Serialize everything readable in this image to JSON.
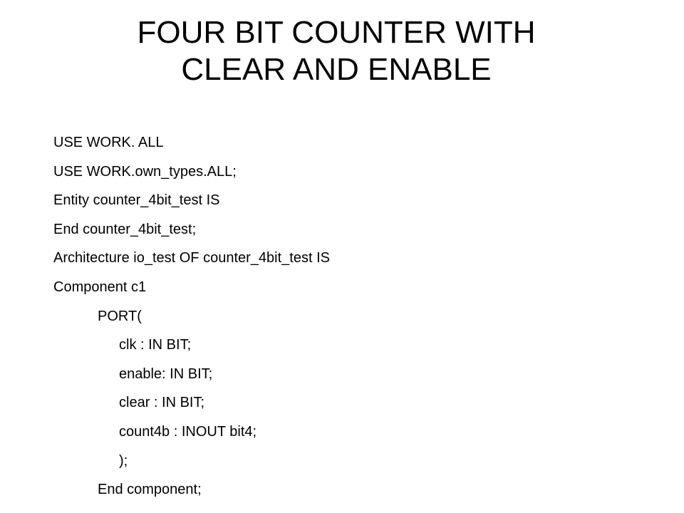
{
  "slide": {
    "title_line1": "FOUR BIT COUNTER WITH",
    "title_line2": "CLEAR AND ENABLE",
    "code_lines": [
      "USE WORK. ALL",
      "USE WORK.own_types.ALL;",
      "Entity counter_4bit_test IS",
      "End counter_4bit_test;",
      "Architecture io_test OF counter_4bit_test  IS",
      "Component c1",
      "PORT(",
      "clk : IN BIT;",
      "enable: IN BIT;",
      "clear : IN BIT;",
      "count4b : INOUT bit4;",
      ");",
      "End component;"
    ]
  }
}
